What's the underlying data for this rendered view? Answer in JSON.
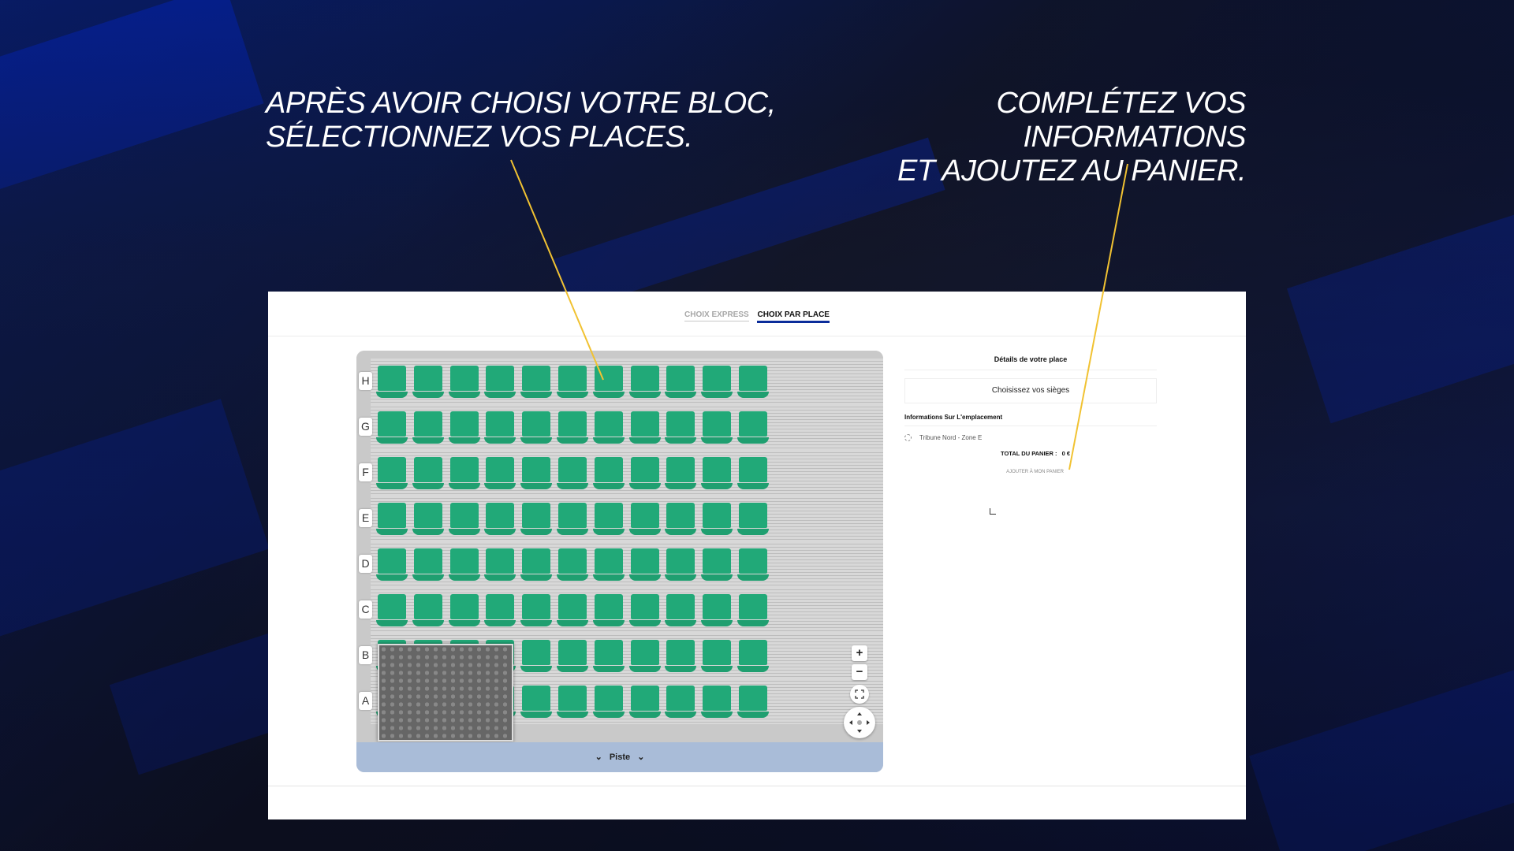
{
  "headlines": {
    "left": [
      "APRÈS AVOIR CHOISI VOTRE BLOC,",
      "SÉLECTIONNEZ VOS PLACES."
    ],
    "right": [
      "COMPLÉTEZ VOS INFORMATIONS",
      "ET AJOUTEZ AU PANIER."
    ]
  },
  "colors": {
    "callout_line": "#f1c232",
    "seat": "#21a978",
    "active_tab": "#0b2c9a",
    "piste": "#a9bcd8"
  },
  "tabs": {
    "express": "CHOIX EXPRESS",
    "par_place": "CHOIX PAR PLACE"
  },
  "seat_map": {
    "rows": [
      "H",
      "G",
      "F",
      "E",
      "D",
      "C",
      "B",
      "A"
    ],
    "seats_per_row": 11,
    "piste_label": "Piste",
    "controls": {
      "zoom_in": "+",
      "zoom_out": "−"
    }
  },
  "details": {
    "title": "Détails de votre place",
    "choose_seats": "Choisissez vos sièges",
    "info_title": "Informations Sur L'emplacement",
    "location": "Tribune Nord - Zone E",
    "total_label": "TOTAL DU PANIER :",
    "total_value": "0 €",
    "add_to_cart": "AJOUTER À MON PANIER"
  }
}
